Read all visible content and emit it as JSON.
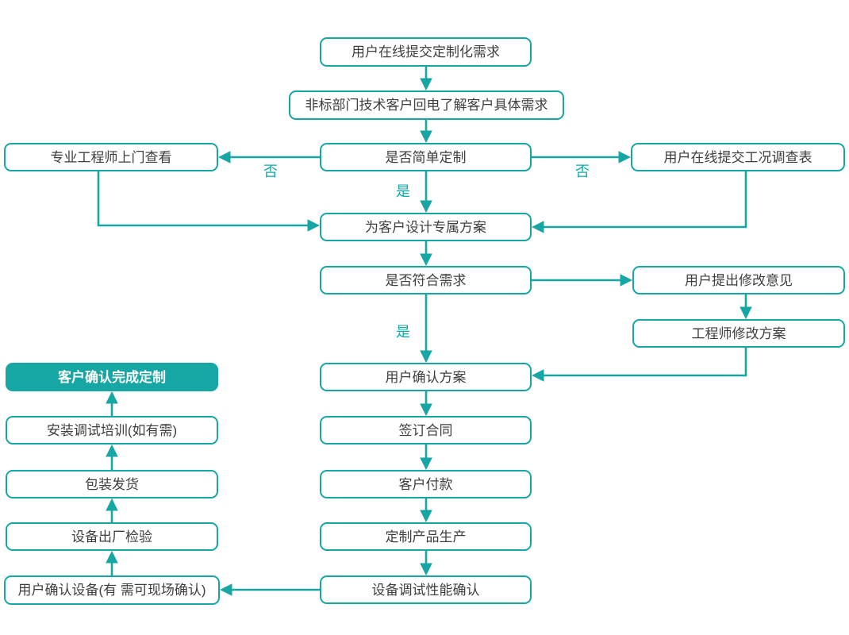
{
  "colors": {
    "accent": "#16A6A4",
    "label": "#0CAAAA",
    "node_text": "#3E3E3E",
    "background": "#FFFFFF",
    "filled_node_text": "#FFFFFF"
  },
  "nodes": [
    {
      "id": "submit-custom-requirements",
      "label": "用户在线提交定制化需求"
    },
    {
      "id": "callback-understand-needs",
      "label": "非标部门技术客户回电了解客户具体需求"
    },
    {
      "id": "decision-simple-customization",
      "label": "是否简单定制"
    },
    {
      "id": "engineer-site-visit",
      "label": "专业工程师上门查看"
    },
    {
      "id": "submit-condition-survey",
      "label": "用户在线提交工况调查表"
    },
    {
      "id": "design-exclusive-plan",
      "label": "为客户设计专属方案"
    },
    {
      "id": "decision-meets-requirements",
      "label": "是否符合需求"
    },
    {
      "id": "user-feedback",
      "label": "用户提出修改意见"
    },
    {
      "id": "engineer-revise-plan",
      "label": "工程师修改方案"
    },
    {
      "id": "user-confirm-plan",
      "label": "用户确认方案"
    },
    {
      "id": "customization-complete",
      "label": "客户确认完成定制"
    },
    {
      "id": "sign-contract",
      "label": "签订合同"
    },
    {
      "id": "install-training",
      "label": "安装调试培训(如有需)"
    },
    {
      "id": "customer-payment",
      "label": "客户付款"
    },
    {
      "id": "packing-shipping",
      "label": "包装发货"
    },
    {
      "id": "custom-production",
      "label": "定制产品生产"
    },
    {
      "id": "factory-inspection",
      "label": "设备出厂检验"
    },
    {
      "id": "equipment-debug-confirm",
      "label": "设备调试性能确认"
    },
    {
      "id": "user-confirm-equipment",
      "label": "用户确认设备(有 需可现场确认)"
    }
  ],
  "edge_labels": [
    {
      "text": "否"
    },
    {
      "text": "否"
    },
    {
      "text": "是"
    },
    {
      "text": "是"
    }
  ]
}
